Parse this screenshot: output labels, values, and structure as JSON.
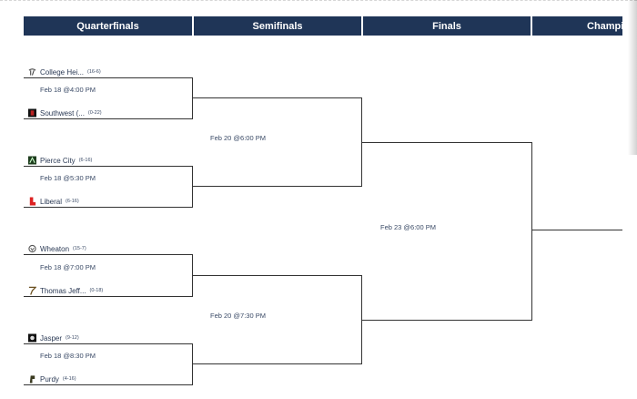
{
  "headers": [
    "Quarterfinals",
    "Semifinals",
    "Finals",
    "Champio"
  ],
  "quarterfinals": [
    {
      "time": "Feb 18 @4:00 PM",
      "top": {
        "name": "College Hei...",
        "record": "(16-6)",
        "icon": "college-heights-logo-icon"
      },
      "bottom": {
        "name": "Southwest (...",
        "record": "(0-22)",
        "icon": "southwest-logo-icon"
      }
    },
    {
      "time": "Feb 18 @5:30 PM",
      "top": {
        "name": "Pierce City",
        "record": "(6-16)",
        "icon": "pierce-city-logo-icon"
      },
      "bottom": {
        "name": "Liberal",
        "record": "(6-16)",
        "icon": "liberal-logo-icon"
      }
    },
    {
      "time": "Feb 18 @7:00 PM",
      "top": {
        "name": "Wheaton",
        "record": "(15-7)",
        "icon": "wheaton-logo-icon"
      },
      "bottom": {
        "name": "Thomas Jeff...",
        "record": "(0-18)",
        "icon": "thomas-jefferson-logo-icon"
      }
    },
    {
      "time": "Feb 18 @8:30 PM",
      "top": {
        "name": "Jasper",
        "record": "(9-12)",
        "icon": "jasper-logo-icon"
      },
      "bottom": {
        "name": "Purdy",
        "record": "(4-16)",
        "icon": "purdy-logo-icon"
      }
    }
  ],
  "semifinals": [
    {
      "time": "Feb 20 @6:00 PM"
    },
    {
      "time": "Feb 20 @7:30 PM"
    }
  ],
  "finals": {
    "time": "Feb 23 @6:00 PM"
  },
  "colors": {
    "header_bg": "#1f3557",
    "line": "#333333",
    "text": "#2b3a55"
  }
}
